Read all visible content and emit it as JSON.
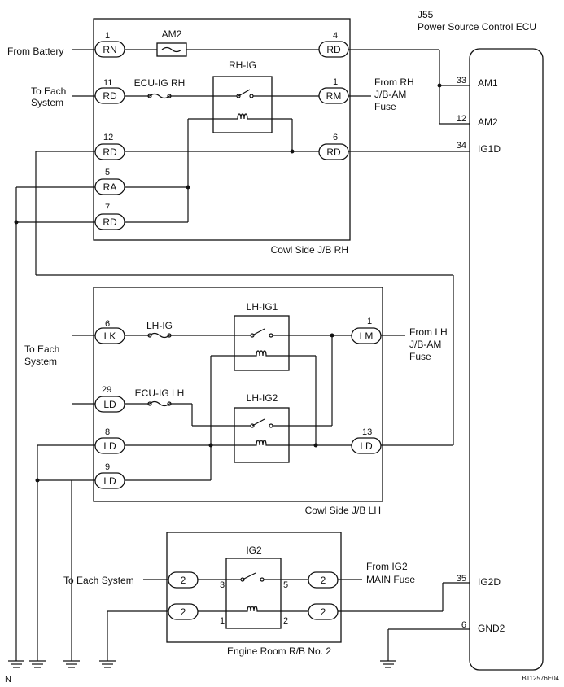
{
  "ecu": {
    "id": "J55",
    "name": "Power Source Control ECU",
    "pins": [
      {
        "num": "33",
        "name": "AM1"
      },
      {
        "num": "12",
        "name": "AM2"
      },
      {
        "num": "34",
        "name": "IG1D"
      },
      {
        "num": "35",
        "name": "IG2D"
      },
      {
        "num": "6",
        "name": "GND2"
      }
    ]
  },
  "rh_box": {
    "label": "Cowl Side J/B RH",
    "fuse_am2": "AM2",
    "fuse_ecu_ig": "ECU-IG RH",
    "relay": "RH-IG",
    "terminals": [
      {
        "num": "1",
        "code": "RN"
      },
      {
        "num": "11",
        "code": "RD"
      },
      {
        "num": "12",
        "code": "RD"
      },
      {
        "num": "5",
        "code": "RA"
      },
      {
        "num": "7",
        "code": "RD"
      },
      {
        "num": "4",
        "code": "RD"
      },
      {
        "num": "1",
        "code": "RM"
      },
      {
        "num": "6",
        "code": "RD"
      }
    ],
    "from_battery": "From Battery",
    "to_each_1": "To Each",
    "to_each_2": "System",
    "from_rh_1": "From RH",
    "from_rh_2": "J/B-AM",
    "from_rh_3": "Fuse"
  },
  "lh_box": {
    "label": "Cowl Side J/B LH",
    "fuse_lh_ig": "LH-IG",
    "fuse_ecu_ig": "ECU-IG LH",
    "relay1": "LH-IG1",
    "relay2": "LH-IG2",
    "terminals": [
      {
        "num": "6",
        "code": "LK"
      },
      {
        "num": "29",
        "code": "LD"
      },
      {
        "num": "8",
        "code": "LD"
      },
      {
        "num": "9",
        "code": "LD"
      },
      {
        "num": "1",
        "code": "LM"
      },
      {
        "num": "13",
        "code": "LD"
      }
    ],
    "to_each_1": "To Each",
    "to_each_2": "System",
    "from_lh_1": "From LH",
    "from_lh_2": "J/B-AM",
    "from_lh_3": "Fuse"
  },
  "er_box": {
    "label": "Engine Room R/B No. 2",
    "relay": "IG2",
    "terminals": [
      {
        "num": "",
        "code": "2"
      },
      {
        "num": "",
        "code": "2"
      },
      {
        "num": "",
        "code": "2"
      },
      {
        "num": "",
        "code": "2"
      }
    ],
    "relay_pins": [
      "3",
      "5",
      "1",
      "2"
    ],
    "to_each": "To Each System",
    "from_ig2_1": "From IG2",
    "from_ig2_2": "MAIN Fuse"
  },
  "footer": {
    "left": "N",
    "code": "B112576E04"
  }
}
